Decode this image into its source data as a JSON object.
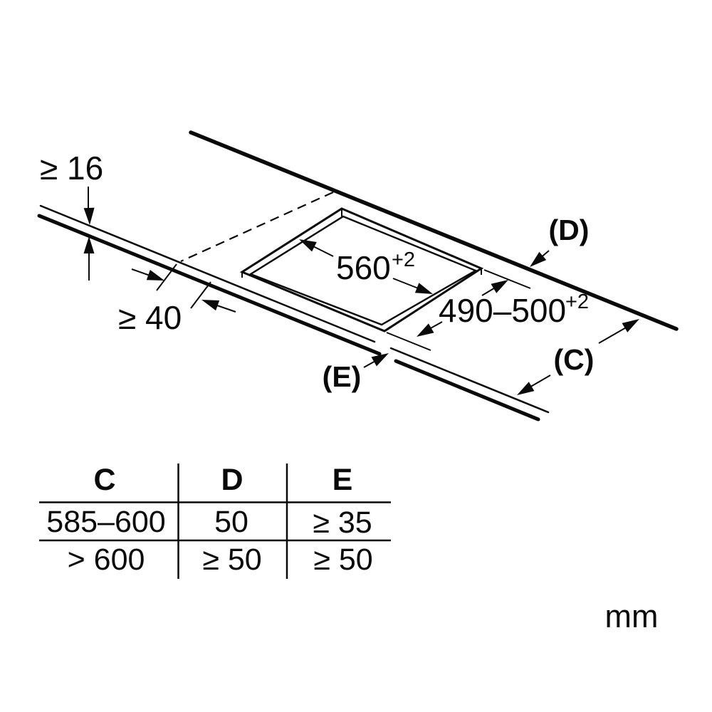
{
  "diagram": {
    "unit_label": "mm",
    "labels": {
      "worktop_thickness": "≥ 16",
      "side_clearance": "≥ 40",
      "cutout_width": {
        "value": "560",
        "tolerance": "+2"
      },
      "cutout_depth": {
        "value": "490–500",
        "tolerance": "+2"
      },
      "ref_wall": "(D)",
      "ref_worktop_depth": "(C)",
      "ref_front": "(E)"
    }
  },
  "table": {
    "headers": [
      "C",
      "D",
      "E"
    ],
    "rows": [
      [
        "585–600",
        "50",
        "≥ 35"
      ],
      [
        "> 600",
        "≥ 50",
        "≥ 50"
      ]
    ]
  },
  "colors": {
    "line": "#0a0a0a",
    "background": "#ffffff"
  }
}
